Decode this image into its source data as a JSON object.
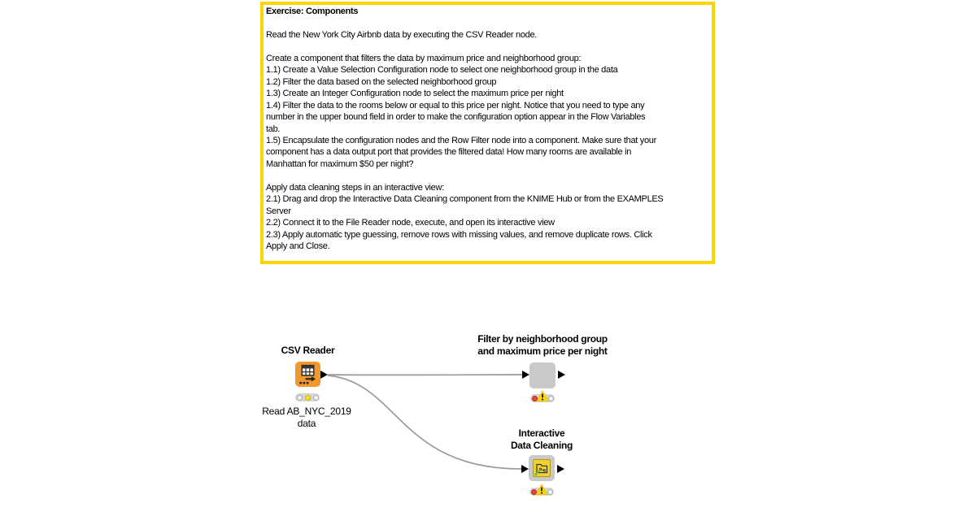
{
  "colors": {
    "annotation_border": "#FFD500",
    "node_orange": "#F2992E",
    "node_gray": "#C9C9C9",
    "component_yellow": "#EFD232",
    "traffic_bg": "#D6D6D6",
    "light_off": "#F4F4F4",
    "light_yellow": "#FFE312",
    "light_red": "#E8453C",
    "warning_yellow": "#FFD500",
    "connection_gray": "#9A9A9A",
    "brush_green": "#53C24D"
  },
  "annotation": {
    "title": "Exercise: Components",
    "lines": [
      "",
      "Read the New York City Airbnb data by executing the CSV Reader node.",
      "",
      "Create a component that filters the data by maximum price and neighborhood group:",
      "1.1) Create a Value Selection Configuration node to select one neighborhood group in the data",
      "1.2) Filter the data based on the selected neighborhood group",
      "1.3) Create an Integer Configuration node to select the maximum price per night",
      "1.4) Filter the data to the rooms below or equal to this price per night. Notice that you need to type any",
      "number in the upper bound field in order to make the configuration option appear in the Flow Variables",
      "tab.",
      "1.5) Encapsulate the configuration nodes and the Row Filter node into a component. Make sure that your",
      "component has a data output port that provides the filtered data! How many rooms are available in",
      "Manhattan for maximum $50 per night?",
      "",
      "Apply data cleaning steps in an interactive view:",
      "2.1) Drag and drop the Interactive Data Cleaning component from the KNIME Hub or from the EXAMPLES",
      "Server",
      "2.2) Connect it to the File Reader node, execute, and open its interactive view",
      "2.3) Apply automatic type guessing, remove rows with missing values, and remove duplicate rows. Click",
      "Apply and Close."
    ]
  },
  "workflow": {
    "csv_reader": {
      "label": "CSV Reader",
      "sublabel": "Read AB_NYC_2019\ndata",
      "status": "configured"
    },
    "filter_component": {
      "label": "Filter by neighborhood group\nand maximum price per night",
      "status": "error"
    },
    "data_cleaning": {
      "label": "Interactive\nData Cleaning",
      "status": "error"
    }
  }
}
